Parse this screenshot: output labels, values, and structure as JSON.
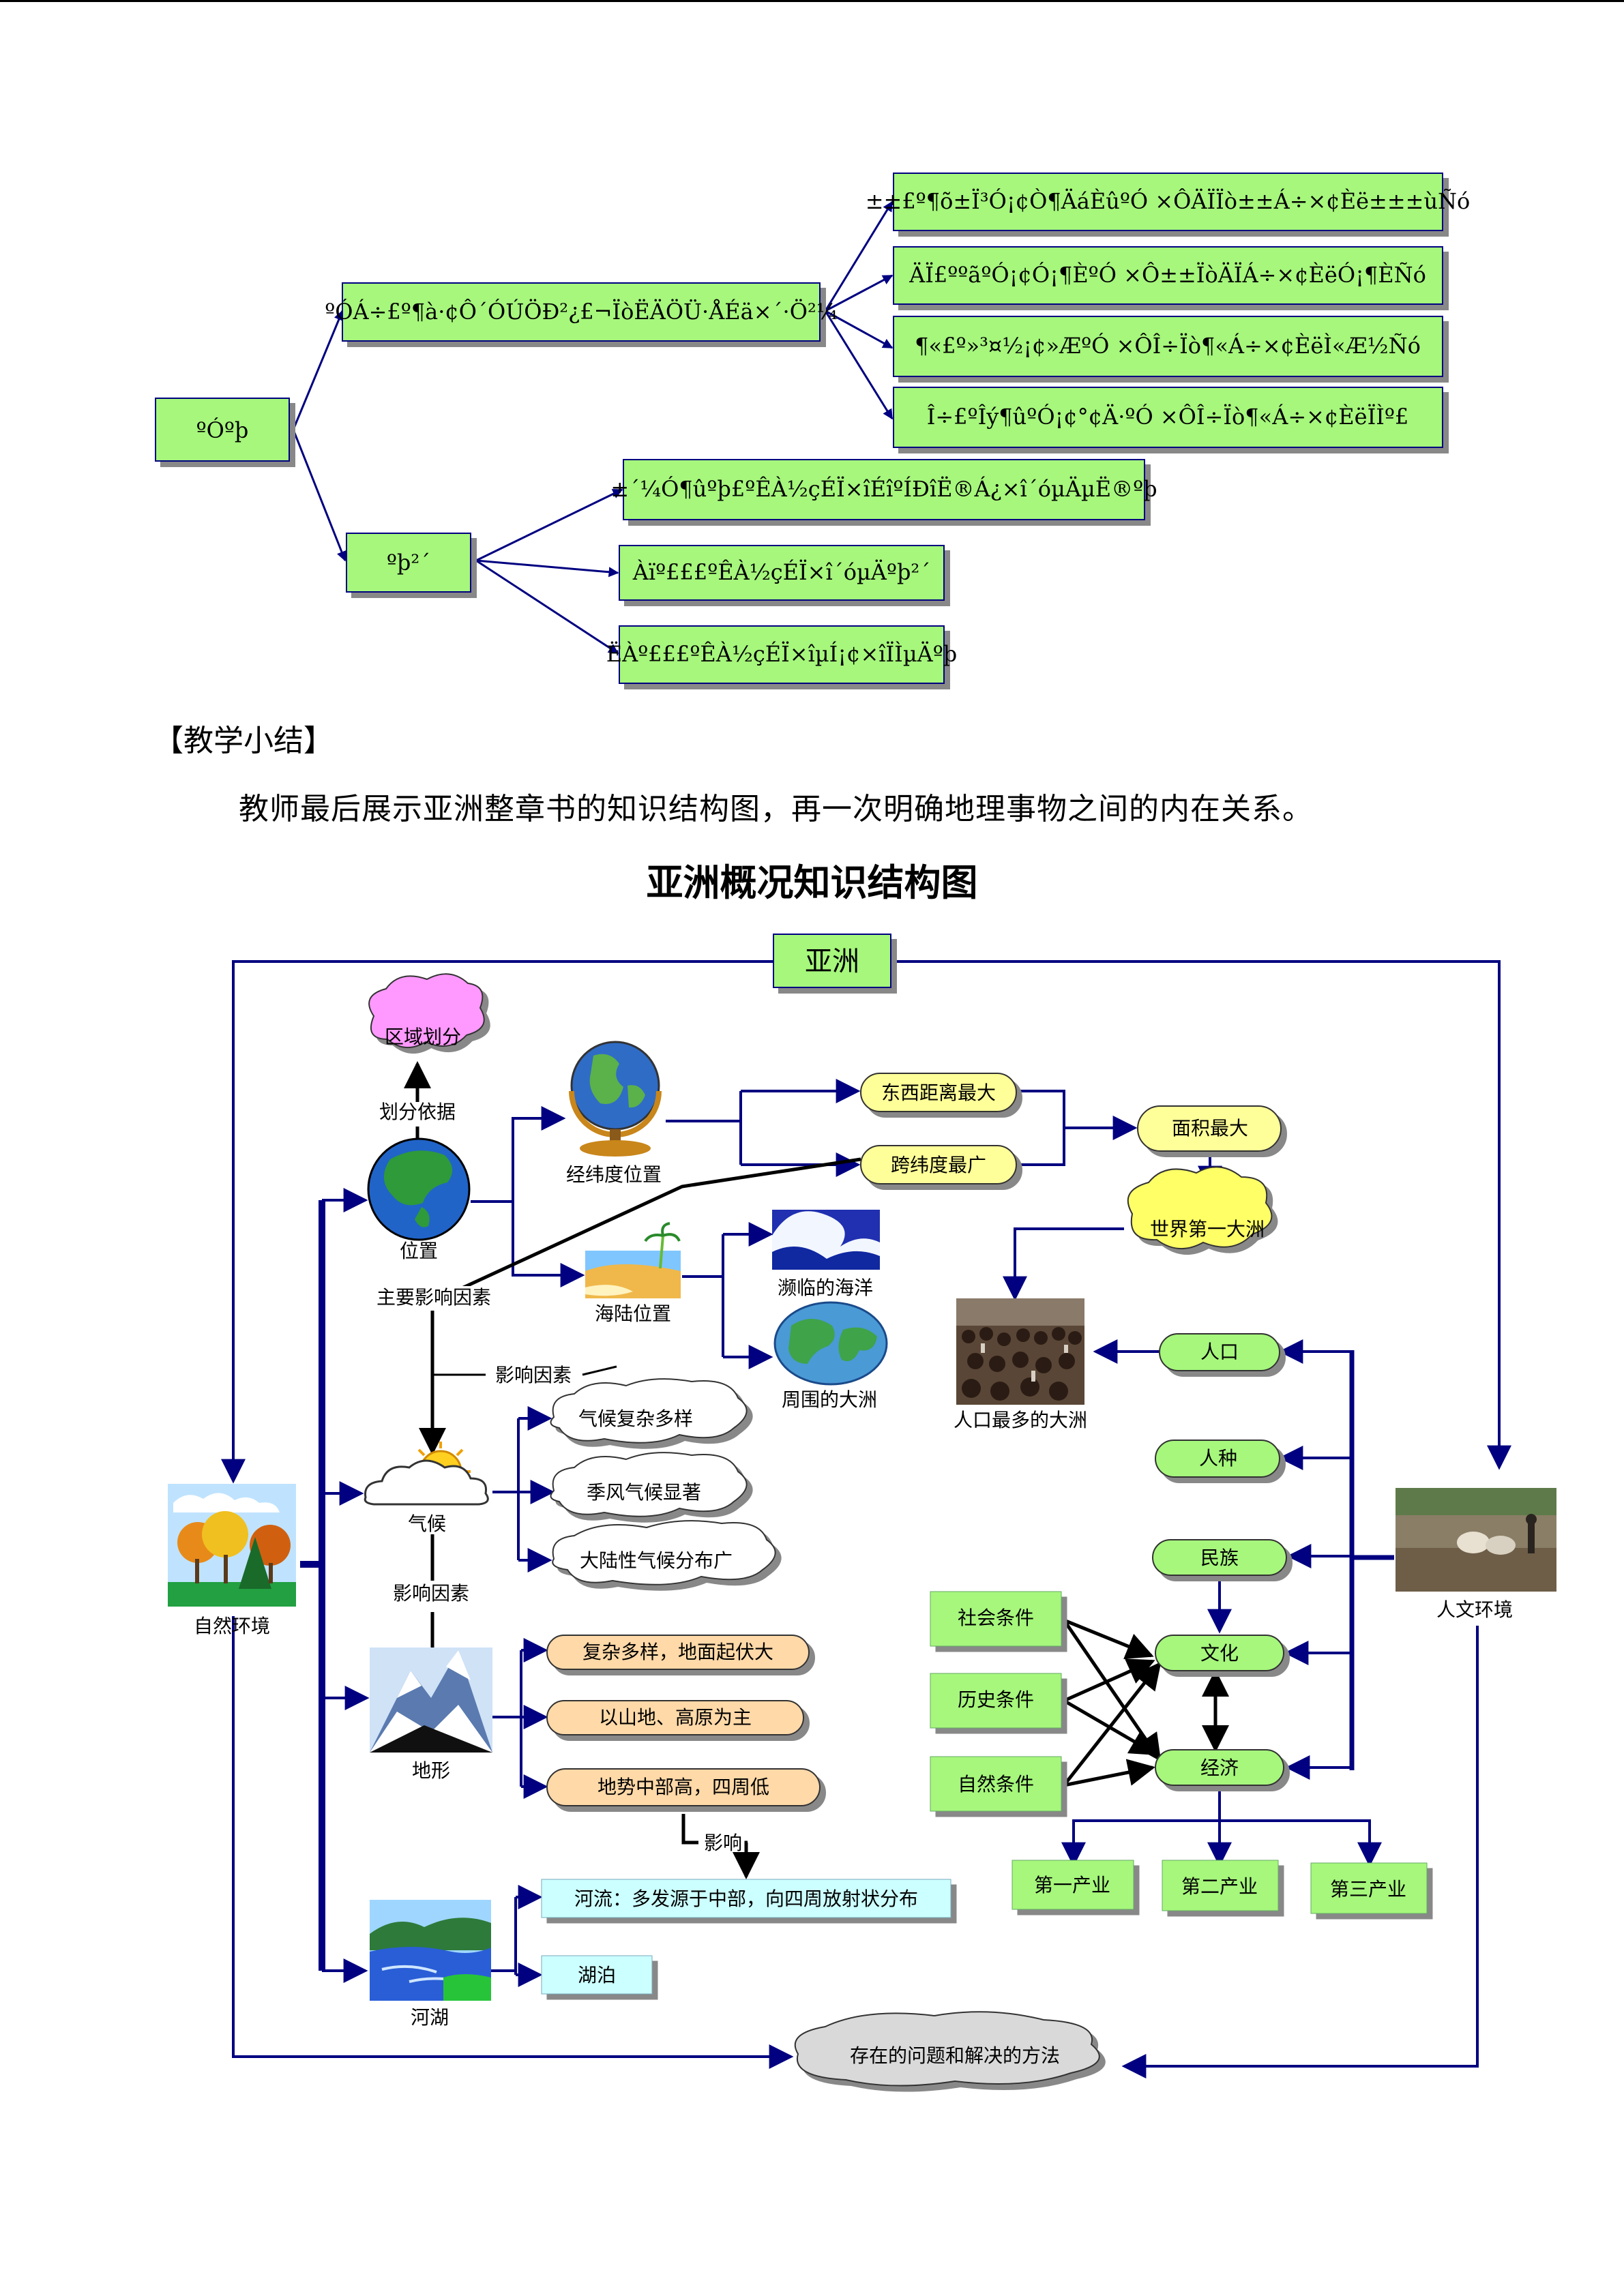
{
  "top_diagram": {
    "root": "ºÓºþ",
    "branch_upper": "ºÓÁ÷£º¶à·¢Ô´ÓÚÖÐ²¿£¬ÏòËÄÖÜ·ÅÉä×´·Ö²¼",
    "upper_leaves": [
      "±±£º¶õ±Ï³Ó¡¢Ò¶ÄáÈûºÓ      ×ÔÄÏÏò±±Á÷×¢Èë±±±ùÑó",
      "ÄÏ£ºº­ãºÓ¡¢Ó¡¶ÈºÓ        ×Ô±±ÏòÄÏÁ÷×¢ÈëÓ¡¶ÈÑó",
      "¶«£º»³¤½­¡¢»ÆºÓ         ×ÔÎ÷Ïò¶«Á÷×¢ÈëÌ«Æ½Ñó",
      "Î÷£ºÎý¶ûºÓ¡¢°¢Ä·ºÓ         ×ÔÎ÷Ïò¶«Á÷×¢ÈëÏÌº£"
    ],
    "branch_lower": "ºþ²´",
    "lower_leaves": [
      "±´¼Ó¶ûºþ£ºÊÀ½çÉÏ×îÉîºÍÐîË®Á¿×î´óµÄµ­Ë®ºþ",
      "Àïº£££ºÊÀ½çÉÏ×î´óµÄºþ²´",
      "ËÀº£££ºÊÀ½çÉÏ×îµÍ¡¢×îÏÌµÄºþ"
    ]
  },
  "section_heading": "【教学小结】",
  "summary_text": "教师最后展示亚洲整章书的知识结构图，再一次明确地理事物之间的内在关系。",
  "chart_title": "亚洲概况知识结构图",
  "map": {
    "center": "亚洲",
    "natural_env": "自然环境",
    "human_env": "人文环境",
    "region_cloud": "区域划分",
    "division_basis": "划分依据",
    "position": "位置",
    "latlon_position": "经纬度位置",
    "landsea_position": "海陆位置",
    "ew_longest": "东西距离最大",
    "ns_widest": "跨纬度最广",
    "largest_area": "面积最大",
    "largest_continent": "世界第一大洲",
    "adjacent_oceans": "濒临的海洋",
    "surrounding_continents": "周围的大洲",
    "main_factor": "主要影响因素",
    "influence_factor": "影响因素",
    "climate": "气候",
    "climate_items": [
      "气候复杂多样",
      "季风气候显著",
      "大陆性气候分布广"
    ],
    "influence_factor2": "影响因素",
    "terrain": "地形",
    "terrain_items": [
      "复杂多样，地面起伏大",
      "以山地、高原为主",
      "地势中部高，四周低"
    ],
    "influence": "影响",
    "rivers_lakes": "河湖",
    "river_text": "河流：多发源于中部，向四周放射状分布",
    "lake_text": "湖泊",
    "problems": "存在的问题和解决的方法",
    "population": "人口",
    "most_populous": "人口最多的大洲",
    "race": "人种",
    "ethnicity": "民族",
    "culture": "文化",
    "economy": "经济",
    "social_cond": "社会条件",
    "history_cond": "历史条件",
    "natural_cond": "自然条件",
    "primary": "第一产业",
    "secondary": "第二产业",
    "tertiary": "第三产业"
  },
  "colors": {
    "green_box": "#a6f77b",
    "yellow_pill": "#ffff99",
    "orange_pill": "#ffd9a8",
    "cyan_box": "#ccffff",
    "pink_cloud": "#ff99ff",
    "yellow_cloud": "#ffff66",
    "navy_line": "#000080"
  },
  "icons": [
    "globe-stand-icon",
    "asia-globe-icon",
    "beach-icon",
    "wave-icon",
    "world-globe-icon",
    "crowd-photo-icon",
    "sun-cloud-icon",
    "snow-mountain-icon",
    "river-lake-icon",
    "forest-icon",
    "farm-oxen-photo-icon"
  ]
}
